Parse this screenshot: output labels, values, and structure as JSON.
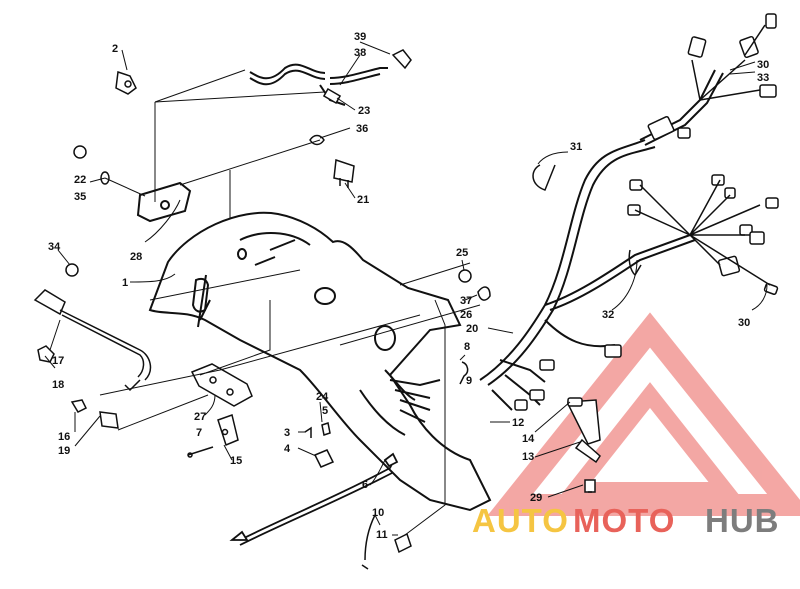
{
  "diagram": {
    "callouts": [
      {
        "id": "c-2",
        "text": "2"
      },
      {
        "id": "c-39",
        "text": "39"
      },
      {
        "id": "c-38",
        "text": "38"
      },
      {
        "id": "c-23",
        "text": "23"
      },
      {
        "id": "c-36",
        "text": "36"
      },
      {
        "id": "c-21",
        "text": "21"
      },
      {
        "id": "c-22",
        "text": "22"
      },
      {
        "id": "c-35",
        "text": "35"
      },
      {
        "id": "c-28",
        "text": "28"
      },
      {
        "id": "c-1",
        "text": "1"
      },
      {
        "id": "c-34",
        "text": "34"
      },
      {
        "id": "c-17",
        "text": "17"
      },
      {
        "id": "c-18",
        "text": "18"
      },
      {
        "id": "c-16",
        "text": "16"
      },
      {
        "id": "c-19",
        "text": "19"
      },
      {
        "id": "c-27",
        "text": "27"
      },
      {
        "id": "c-7",
        "text": "7"
      },
      {
        "id": "c-15",
        "text": "15"
      },
      {
        "id": "c-3",
        "text": "3"
      },
      {
        "id": "c-4",
        "text": "4"
      },
      {
        "id": "c-24",
        "text": "24"
      },
      {
        "id": "c-5",
        "text": "5"
      },
      {
        "id": "c-6",
        "text": "6"
      },
      {
        "id": "c-10",
        "text": "10"
      },
      {
        "id": "c-11",
        "text": "11"
      },
      {
        "id": "c-25",
        "text": "25"
      },
      {
        "id": "c-37",
        "text": "37"
      },
      {
        "id": "c-26",
        "text": "26"
      },
      {
        "id": "c-20",
        "text": "20"
      },
      {
        "id": "c-8",
        "text": "8"
      },
      {
        "id": "c-9",
        "text": "9"
      },
      {
        "id": "c-12",
        "text": "12"
      },
      {
        "id": "c-14",
        "text": "14"
      },
      {
        "id": "c-13",
        "text": "13"
      },
      {
        "id": "c-29",
        "text": "29"
      },
      {
        "id": "c-31",
        "text": "31"
      },
      {
        "id": "c-30a",
        "text": "30"
      },
      {
        "id": "c-33",
        "text": "33"
      },
      {
        "id": "c-32",
        "text": "32"
      },
      {
        "id": "c-30b",
        "text": "30"
      }
    ]
  },
  "watermark": {
    "word1": "AUTO",
    "word2": "MOTO",
    "word3": "HUB",
    "colors": {
      "orange": "#f5c542",
      "red": "#e8625a",
      "gray": "#7d7d7d",
      "triangle": "#f08a86"
    }
  }
}
